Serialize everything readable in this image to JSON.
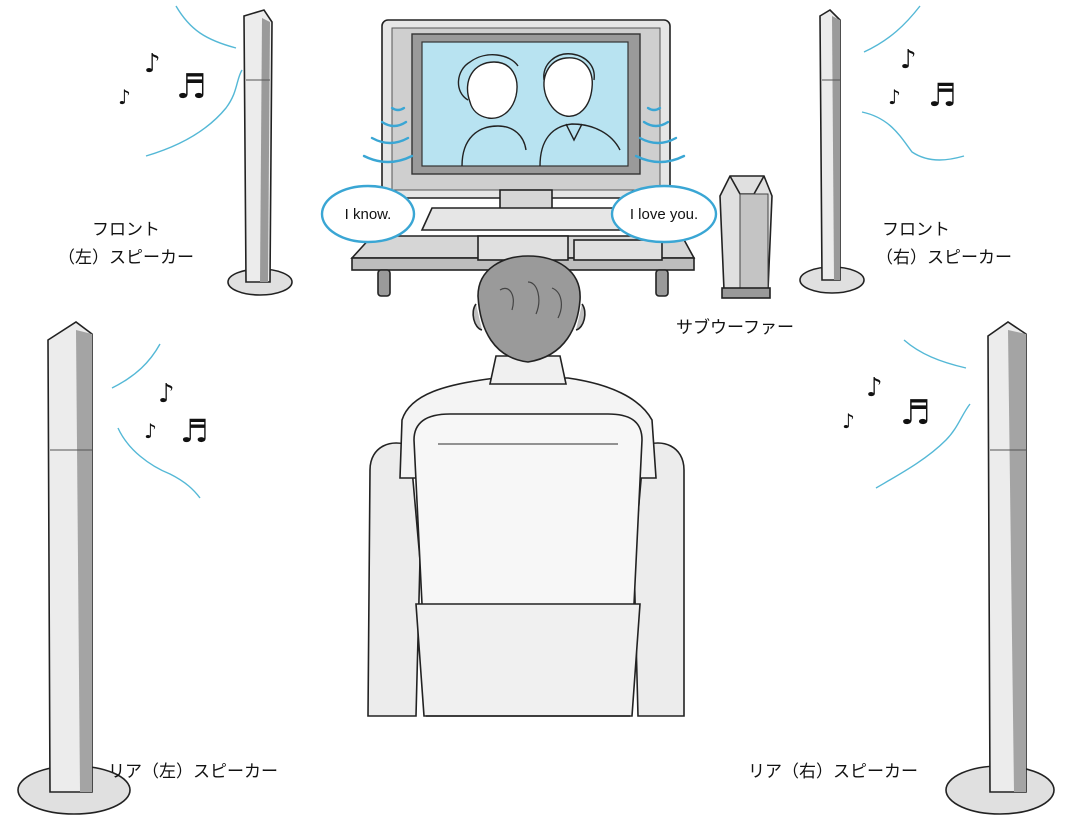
{
  "labels": {
    "front_left_line1": "フロント",
    "front_left_line2": "（左）スピーカー",
    "front_right_line1": "フロント",
    "front_right_line2": "（右）スピーカー",
    "subwoofer": "サブウーファー",
    "rear_left": "リア（左）スピーカー",
    "rear_right": "リア（右）スピーカー"
  },
  "speech": {
    "left": "I know.",
    "right": "I love you."
  },
  "colors": {
    "sound_lines": "#54b8d6",
    "speech_bubble_border": "#3aa6d4",
    "screen": "#b8e3f1",
    "panel_gray": "#d6d6d6",
    "hair_gray": "#9a9a9a"
  },
  "icons": {
    "notes": "music-note-icon"
  }
}
